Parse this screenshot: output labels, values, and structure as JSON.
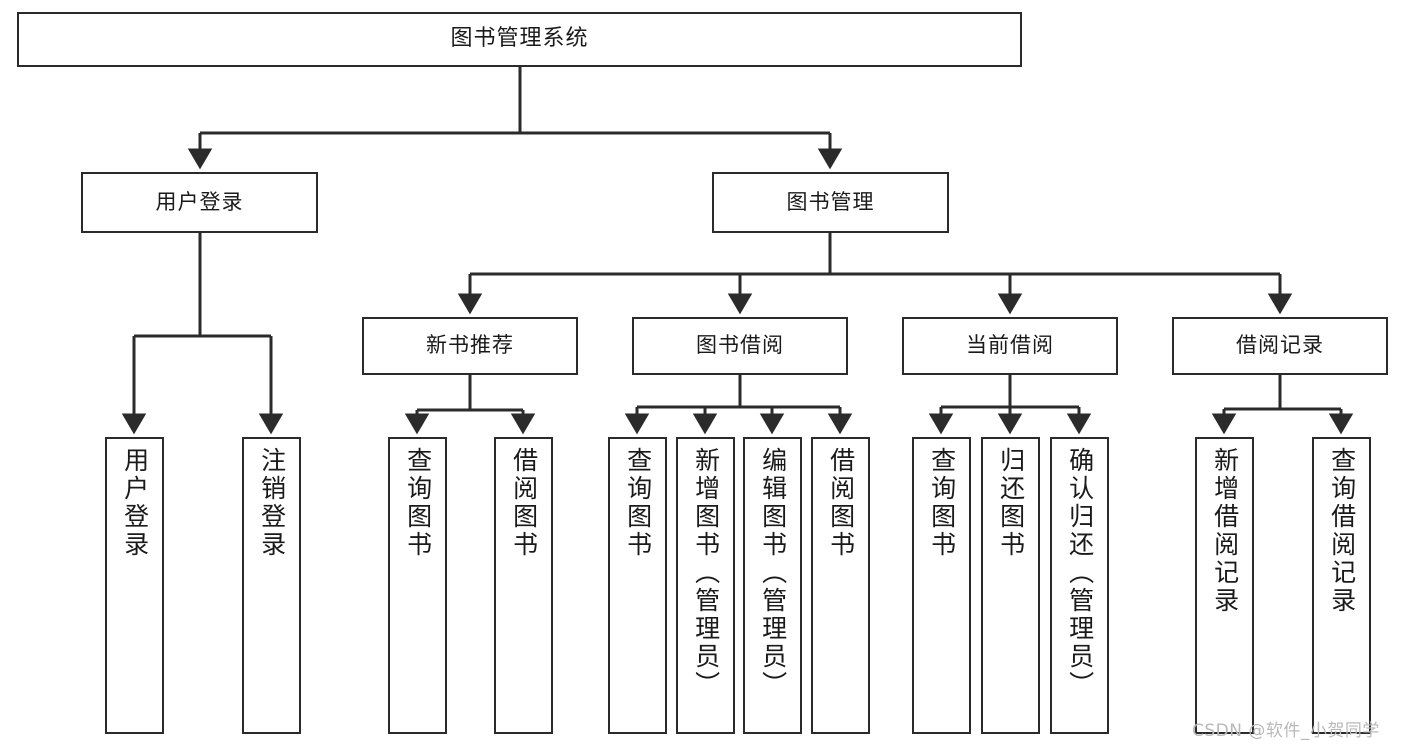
{
  "diagram": {
    "title": "图书管理系统",
    "type": "functional-structure-tree",
    "watermark": "CSDN @软件_小贺同学",
    "colors": {
      "background": "#ffffff",
      "box_border": "#2b2b2b",
      "box_fill": "#ffffff",
      "connector": "#2b2b2b",
      "text": "#1a1a1a",
      "watermark": "#b9b9b9"
    },
    "root": {
      "label": "图书管理系统"
    },
    "branches": [
      {
        "id": "user-login",
        "label": "用户登录",
        "leaves": [
          {
            "id": "leaf-user-login",
            "label": "用户登录"
          },
          {
            "id": "leaf-user-logout",
            "label": "注销登录"
          }
        ]
      },
      {
        "id": "book-management",
        "label": "图书管理",
        "children": [
          {
            "id": "new-book-recommend",
            "label": "新书推荐",
            "leaves": [
              {
                "id": "leaf-query-book-1",
                "label": "查询图书"
              },
              {
                "id": "leaf-borrow-book-1",
                "label": "借阅图书"
              }
            ]
          },
          {
            "id": "book-borrow",
            "label": "图书借阅",
            "leaves": [
              {
                "id": "leaf-query-book-2",
                "label": "查询图书"
              },
              {
                "id": "leaf-add-book",
                "label": "新增图书（管理员）"
              },
              {
                "id": "leaf-edit-book",
                "label": "编辑图书（管理员）"
              },
              {
                "id": "leaf-borrow-book-2",
                "label": "借阅图书"
              }
            ]
          },
          {
            "id": "current-borrow",
            "label": "当前借阅",
            "leaves": [
              {
                "id": "leaf-query-book-3",
                "label": "查询图书"
              },
              {
                "id": "leaf-return-book",
                "label": "归还图书"
              },
              {
                "id": "leaf-confirm-return",
                "label": "确认归还（管理员）"
              }
            ]
          },
          {
            "id": "borrow-record",
            "label": "借阅记录",
            "leaves": [
              {
                "id": "leaf-add-record",
                "label": "新增借阅记录"
              },
              {
                "id": "leaf-query-record",
                "label": "查询借阅记录"
              }
            ]
          }
        ]
      }
    ]
  }
}
